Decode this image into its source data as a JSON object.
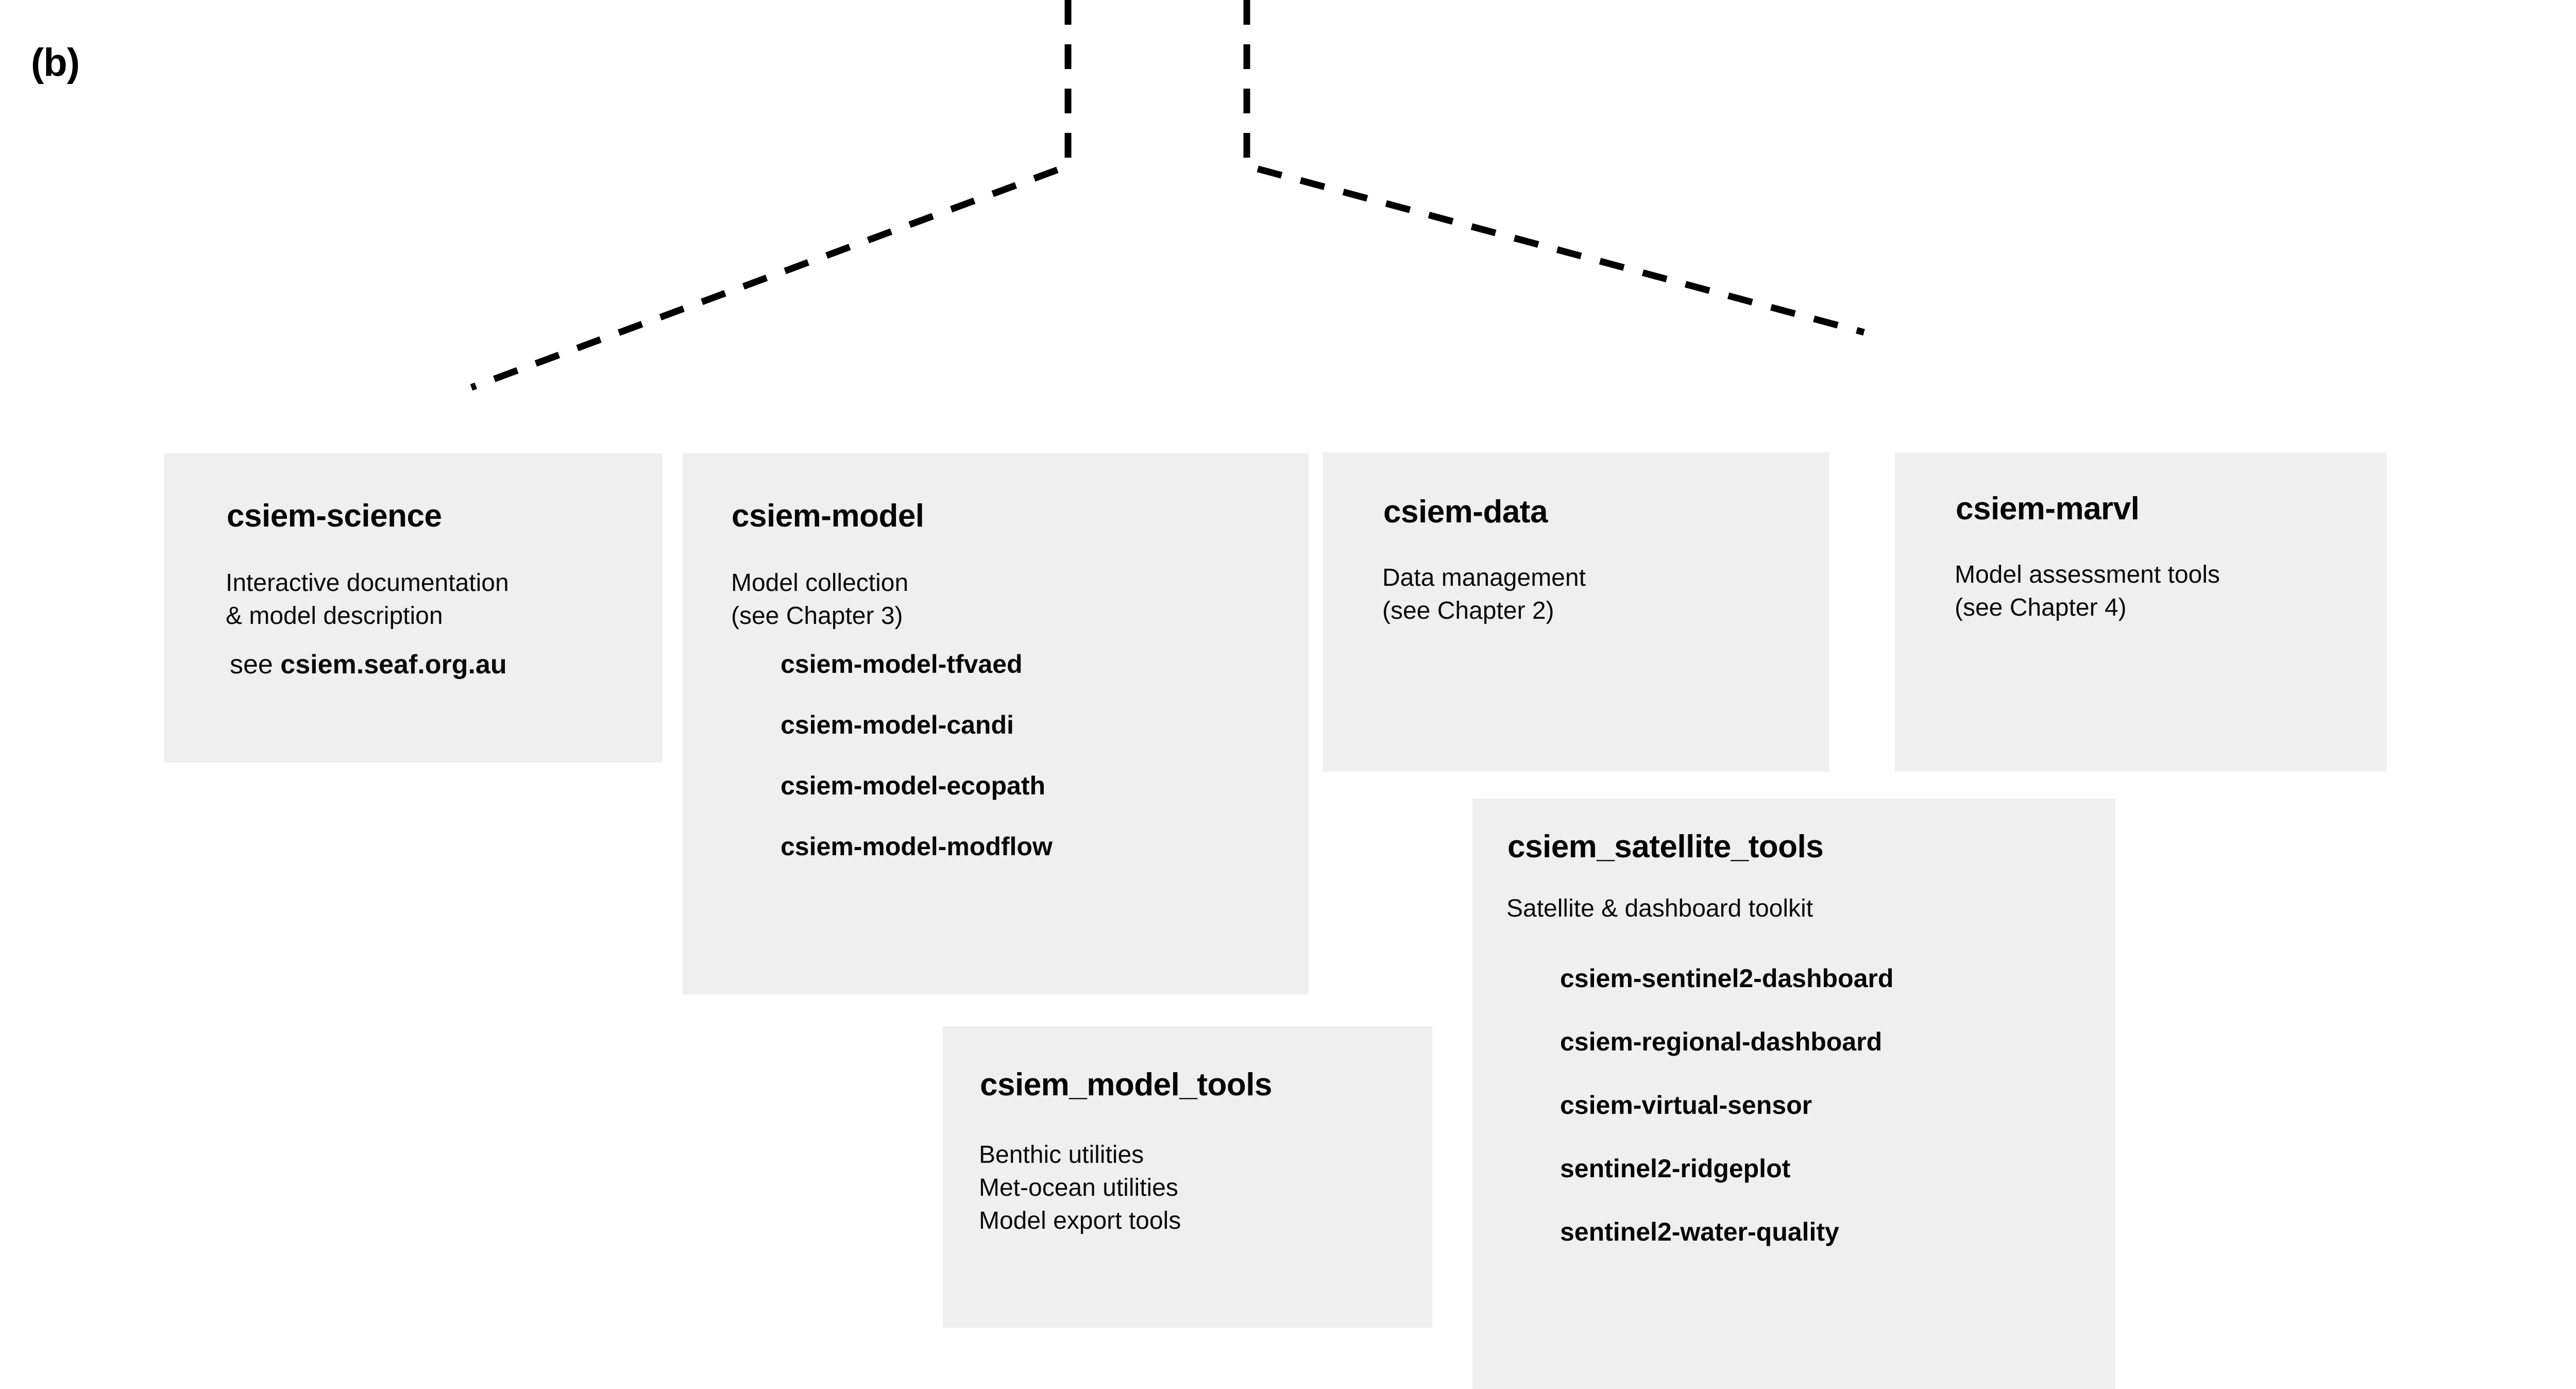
{
  "figure": {
    "panel_label": "(b)",
    "background_color": "#ffffff",
    "card_color": "#efefef",
    "line_color": "#000000"
  },
  "cards": {
    "science": {
      "title": "csiem-science",
      "desc_line1": "Interactive documentation",
      "desc_line2": "& model description",
      "see_prefix": "see ",
      "see_link": "csiem.seaf.org.au"
    },
    "model": {
      "title": "csiem-model",
      "desc_line1": "Model collection",
      "desc_line2": "(see Chapter 3)",
      "items": [
        "csiem-model-tfvaed",
        "csiem-model-candi",
        "csiem-model-ecopath",
        "csiem-model-modflow"
      ]
    },
    "data": {
      "title": "csiem-data",
      "desc_line1": "Data management",
      "desc_line2": "(see Chapter 2)"
    },
    "marvl": {
      "title": "csiem-marvl",
      "desc_line1": "Model assessment tools",
      "desc_line2": "(see Chapter 4)"
    },
    "model_tools": {
      "title": "csiem_model_tools",
      "desc_line1": "Benthic utilities",
      "desc_line2": "Met-ocean utilities",
      "desc_line3": "Model export tools"
    },
    "satellite_tools": {
      "title": "csiem_satellite_tools",
      "desc_line1": "Satellite & dashboard toolkit",
      "items": [
        "csiem-sentinel2-dashboard",
        "csiem-regional-dashboard",
        "csiem-virtual-sensor",
        "sentinel2-ridgeplot",
        "sentinel2-water-quality"
      ]
    }
  }
}
